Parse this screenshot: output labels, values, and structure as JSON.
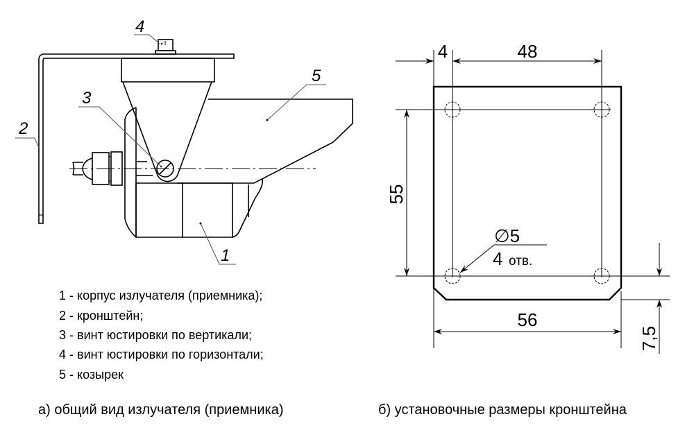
{
  "left_view": {
    "part_labels": [
      "1",
      "2",
      "3",
      "4",
      "5"
    ],
    "legend": [
      "1 - корпус излучателя (приемника);",
      "2 - кронштейн;",
      "3 - винт юстировки по вертикали;",
      "4 - винт юстировки по горизонтали;",
      "5 - козырек"
    ],
    "caption": "а) общий вид излучателя (приемника)"
  },
  "right_view": {
    "dims": {
      "offset": "4",
      "hole_spacing_x": "48",
      "hole_spacing_y": "55",
      "width": "56",
      "bottom": "7,5",
      "hole_dia": "∅5",
      "hole_count": "4",
      "hole_count_unit": "отв."
    },
    "caption": "б) установочные размеры кронштейна"
  }
}
